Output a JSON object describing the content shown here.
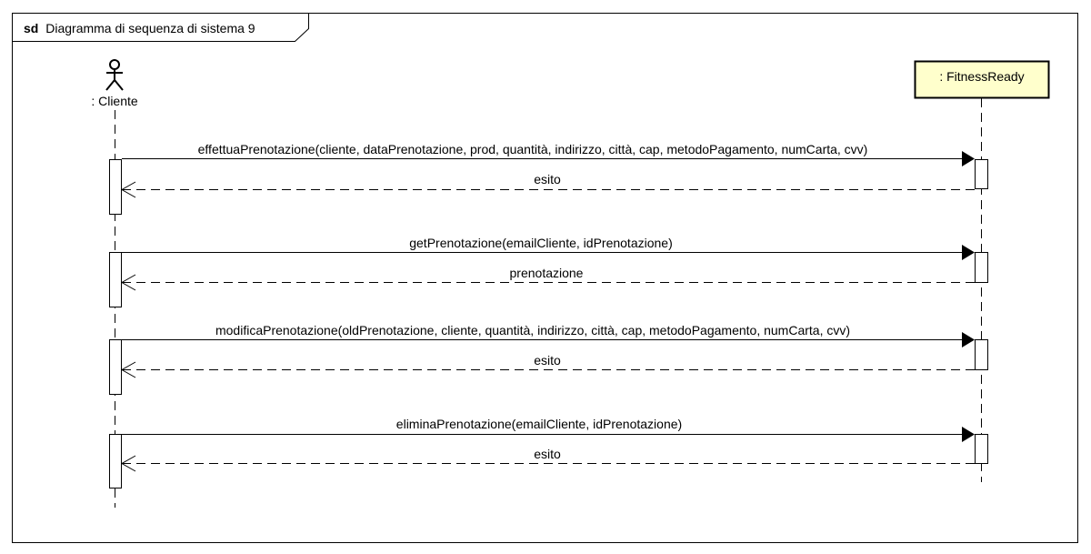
{
  "frame": {
    "keyword": "sd",
    "title": "Diagramma di sequenza di sistema 9"
  },
  "actor": {
    "label": ": Cliente"
  },
  "system": {
    "label": ": FitnessReady",
    "fill": "#ffffcc"
  },
  "messages": [
    {
      "call": "effettuaPrenotazione(cliente, dataPrenotazione, prod, quantità, indirizzo, città, cap, metodoPagamento, numCarta, cvv)",
      "reply": "esito"
    },
    {
      "call": "getPrenotazione(emailCliente, idPrenotazione)",
      "reply": "prenotazione"
    },
    {
      "call": "modificaPrenotazione(oldPrenotazione, cliente, quantità, indirizzo, città, cap, metodoPagamento, numCarta, cvv)",
      "reply": "esito"
    },
    {
      "call": "eliminaPrenotazione(emailCliente, idPrenotazione)",
      "reply": "esito"
    }
  ]
}
